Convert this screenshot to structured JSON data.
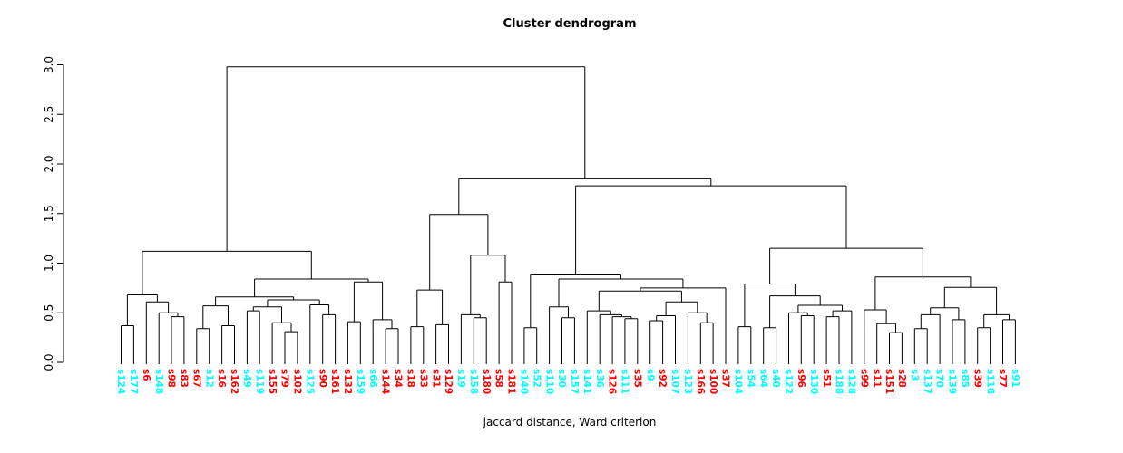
{
  "chart": {
    "title": "Cluster dendrogram",
    "xlabel": "jaccard distance, Ward criterion"
  },
  "colors": {
    "background": "#ffffff",
    "line": "#000000",
    "leaf_cyan": "#00ffff",
    "leaf_red": "#ff0000"
  },
  "chart_data": {
    "type": "dendrogram",
    "title": "Cluster dendrogram",
    "xlabel": "jaccard distance, Ward criterion",
    "ylabel": "",
    "ylim": [
      0,
      3
    ],
    "yticks": [
      "0.0",
      "0.5",
      "1.0",
      "1.5",
      "2.0",
      "2.5",
      "3.0"
    ],
    "grid": "off",
    "root_height": 2.98,
    "leaf_count": 72,
    "leaves": [
      {
        "label": "s124",
        "color": "cyan"
      },
      {
        "label": "s177",
        "color": "cyan"
      },
      {
        "label": "s6",
        "color": "red"
      },
      {
        "label": "s148",
        "color": "cyan"
      },
      {
        "label": "s98",
        "color": "red"
      },
      {
        "label": "s83",
        "color": "red"
      },
      {
        "label": "s67",
        "color": "red"
      },
      {
        "label": "s12",
        "color": "cyan"
      },
      {
        "label": "s16",
        "color": "red"
      },
      {
        "label": "s162",
        "color": "red"
      },
      {
        "label": "s49",
        "color": "cyan"
      },
      {
        "label": "s119",
        "color": "cyan"
      },
      {
        "label": "s155",
        "color": "red"
      },
      {
        "label": "s79",
        "color": "red"
      },
      {
        "label": "s102",
        "color": "red"
      },
      {
        "label": "s125",
        "color": "cyan"
      },
      {
        "label": "s90",
        "color": "red"
      },
      {
        "label": "s161",
        "color": "red"
      },
      {
        "label": "s132",
        "color": "red"
      },
      {
        "label": "s159",
        "color": "cyan"
      },
      {
        "label": "s66",
        "color": "cyan"
      },
      {
        "label": "s144",
        "color": "red"
      },
      {
        "label": "s34",
        "color": "red"
      },
      {
        "label": "s18",
        "color": "red"
      },
      {
        "label": "s33",
        "color": "red"
      },
      {
        "label": "s31",
        "color": "red"
      },
      {
        "label": "s129",
        "color": "red"
      },
      {
        "label": "s19",
        "color": "cyan"
      },
      {
        "label": "s158",
        "color": "cyan"
      },
      {
        "label": "s180",
        "color": "red"
      },
      {
        "label": "s58",
        "color": "red"
      },
      {
        "label": "s181",
        "color": "red"
      },
      {
        "label": "s140",
        "color": "cyan"
      },
      {
        "label": "s52",
        "color": "cyan"
      },
      {
        "label": "s110",
        "color": "cyan"
      },
      {
        "label": "s30",
        "color": "cyan"
      },
      {
        "label": "s157",
        "color": "cyan"
      },
      {
        "label": "s141",
        "color": "cyan"
      },
      {
        "label": "s36",
        "color": "cyan"
      },
      {
        "label": "s126",
        "color": "red"
      },
      {
        "label": "s111",
        "color": "cyan"
      },
      {
        "label": "s35",
        "color": "red"
      },
      {
        "label": "s9",
        "color": "cyan"
      },
      {
        "label": "s92",
        "color": "red"
      },
      {
        "label": "s107",
        "color": "cyan"
      },
      {
        "label": "s123",
        "color": "cyan"
      },
      {
        "label": "s166",
        "color": "red"
      },
      {
        "label": "s100",
        "color": "red"
      },
      {
        "label": "s37",
        "color": "red"
      },
      {
        "label": "s104",
        "color": "cyan"
      },
      {
        "label": "s54",
        "color": "cyan"
      },
      {
        "label": "s64",
        "color": "cyan"
      },
      {
        "label": "s40",
        "color": "cyan"
      },
      {
        "label": "s122",
        "color": "cyan"
      },
      {
        "label": "s96",
        "color": "red"
      },
      {
        "label": "s130",
        "color": "cyan"
      },
      {
        "label": "s51",
        "color": "red"
      },
      {
        "label": "s188",
        "color": "cyan"
      },
      {
        "label": "s128",
        "color": "cyan"
      },
      {
        "label": "s99",
        "color": "red"
      },
      {
        "label": "s11",
        "color": "red"
      },
      {
        "label": "s151",
        "color": "red"
      },
      {
        "label": "s28",
        "color": "red"
      },
      {
        "label": "s3",
        "color": "cyan"
      },
      {
        "label": "s137",
        "color": "cyan"
      },
      {
        "label": "s70",
        "color": "cyan"
      },
      {
        "label": "s139",
        "color": "cyan"
      },
      {
        "label": "s85",
        "color": "cyan"
      },
      {
        "label": "s39",
        "color": "red"
      },
      {
        "label": "s118",
        "color": "cyan"
      },
      {
        "label": "s77",
        "color": "red"
      },
      {
        "label": "s91",
        "color": "cyan"
      }
    ],
    "tree": [
      2.98,
      [
        1.12,
        [
          0.68,
          [
            0.37,
            "s124",
            "s177"
          ],
          [
            0.61,
            "s6",
            [
              0.5,
              "s148",
              [
                0.46,
                "s98",
                "s83"
              ]
            ]
          ]
        ],
        [
          0.84,
          [
            0.66,
            [
              0.57,
              [
                0.34,
                "s67",
                "s12"
              ],
              [
                0.37,
                "s16",
                "s162"
              ]
            ],
            [
              0.63,
              [
                0.56,
                [
                  0.52,
                  "s49",
                  "s119"
                ],
                [
                  0.4,
                  "s155",
                  [
                    0.31,
                    "s79",
                    "s102"
                  ]
                ]
              ],
              [
                0.58,
                "s125",
                [
                  0.48,
                  "s90",
                  "s161"
                ]
              ]
            ]
          ],
          [
            0.81,
            [
              0.41,
              "s132",
              "s159"
            ],
            [
              0.43,
              "s66",
              [
                0.34,
                "s144",
                "s34"
              ]
            ]
          ]
        ]
      ],
      [
        1.85,
        [
          1.49,
          [
            0.73,
            [
              0.36,
              "s18",
              "s33"
            ],
            [
              0.38,
              "s31",
              "s129"
            ]
          ],
          [
            1.08,
            [
              0.48,
              "s19",
              [
                0.45,
                "s158",
                "s180"
              ]
            ],
            [
              0.81,
              "s58",
              "s181"
            ]
          ]
        ],
        [
          1.78,
          [
            0.89,
            [
              0.35,
              "s140",
              "s52"
            ],
            [
              0.84,
              [
                0.56,
                "s110",
                [
                  0.45,
                  "s30",
                  "s157"
                ]
              ],
              [
                0.75,
                [
                  0.72,
                  [
                    0.52,
                    "s141",
                    [
                      0.48,
                      "s36",
                      [
                        0.46,
                        "s126",
                        [
                          0.44,
                          "s111",
                          "s35"
                        ]
                      ]
                    ]
                  ],
                  [
                    0.61,
                    [
                      0.47,
                      [
                        0.42,
                        "s9",
                        "s92"
                      ],
                      "s107"
                    ],
                    [
                      0.5,
                      "s123",
                      [
                        0.4,
                        "s166",
                        "s100"
                      ]
                    ]
                  ]
                ],
                "s37"
              ]
            ]
          ],
          [
            1.15,
            [
              0.79,
              [
                0.36,
                "s104",
                "s54"
              ],
              [
                0.67,
                [
                  0.35,
                  "s64",
                  "s40"
                ],
                [
                  0.575,
                  [
                    0.5,
                    "s122",
                    [
                      0.47,
                      "s96",
                      "s130"
                    ]
                  ],
                  [
                    0.52,
                    [
                      0.46,
                      "s51",
                      "s188"
                    ],
                    "s128"
                  ]
                ]
              ]
            ],
            [
              0.86,
              [
                0.53,
                "s99",
                [
                  0.39,
                  "s11",
                  [
                    0.3,
                    "s151",
                    "s28"
                  ]
                ]
              ],
              [
                0.755,
                [
                  0.55,
                  [
                    0.48,
                    [
                      0.34,
                      "s3",
                      "s137"
                    ],
                    "s70"
                  ],
                  [
                    0.43,
                    "s139",
                    "s85"
                  ]
                ],
                [
                  0.48,
                  [
                    0.35,
                    "s39",
                    "s118"
                  ],
                  [
                    0.43,
                    "s77",
                    "s91"
                  ]
                ]
              ]
            ]
          ]
        ]
      ]
    ]
  }
}
